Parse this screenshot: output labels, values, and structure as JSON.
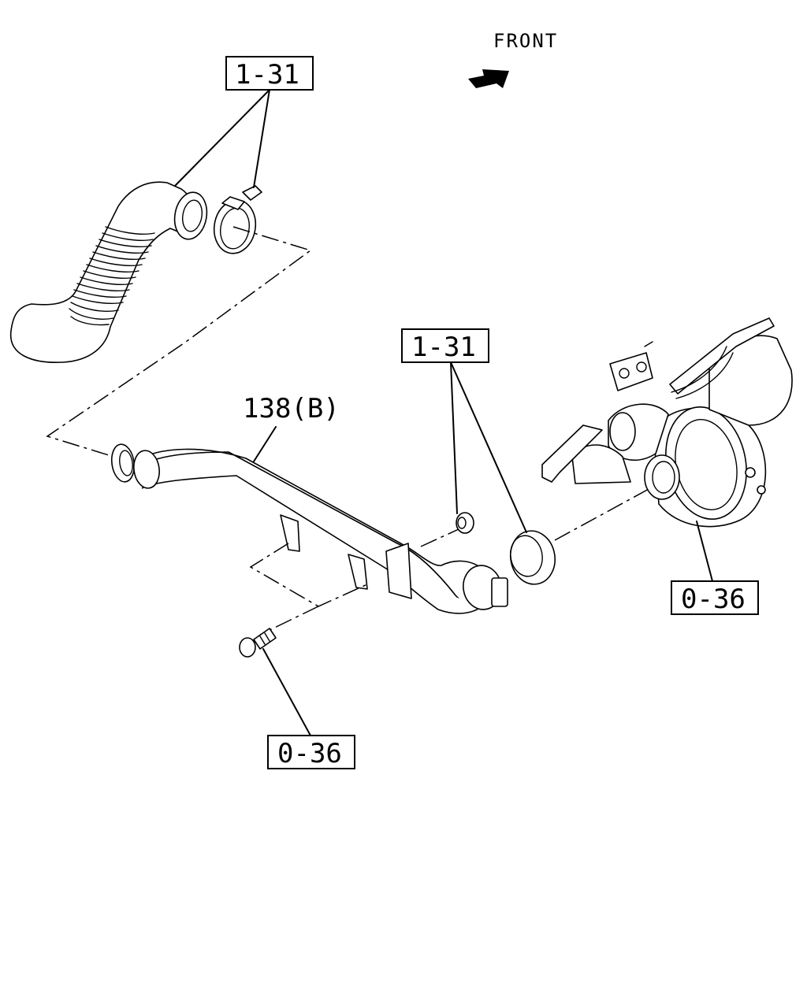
{
  "header": {
    "direction_label": "FRONT"
  },
  "callouts": {
    "hose_clamp_ref": "1-31",
    "clamp_gasket_ref": "1-31",
    "pipe_label": "138(B)",
    "turbo_ref": "0-36",
    "bolt_ref": "0-36"
  }
}
